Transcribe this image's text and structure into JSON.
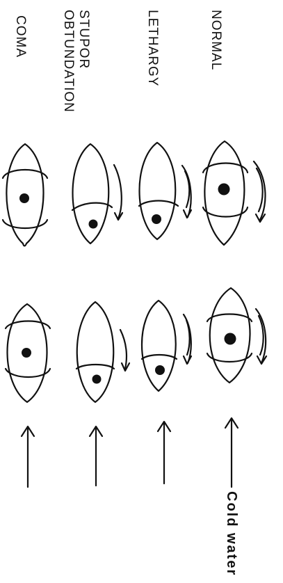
{
  "labels": {
    "coma": "COMA",
    "obtundation": "OBTUNDATION",
    "stupor": "STUPOR",
    "lethargy": "LETHARGY",
    "normal": "NORMAL",
    "cold_water": "Cold water"
  }
}
